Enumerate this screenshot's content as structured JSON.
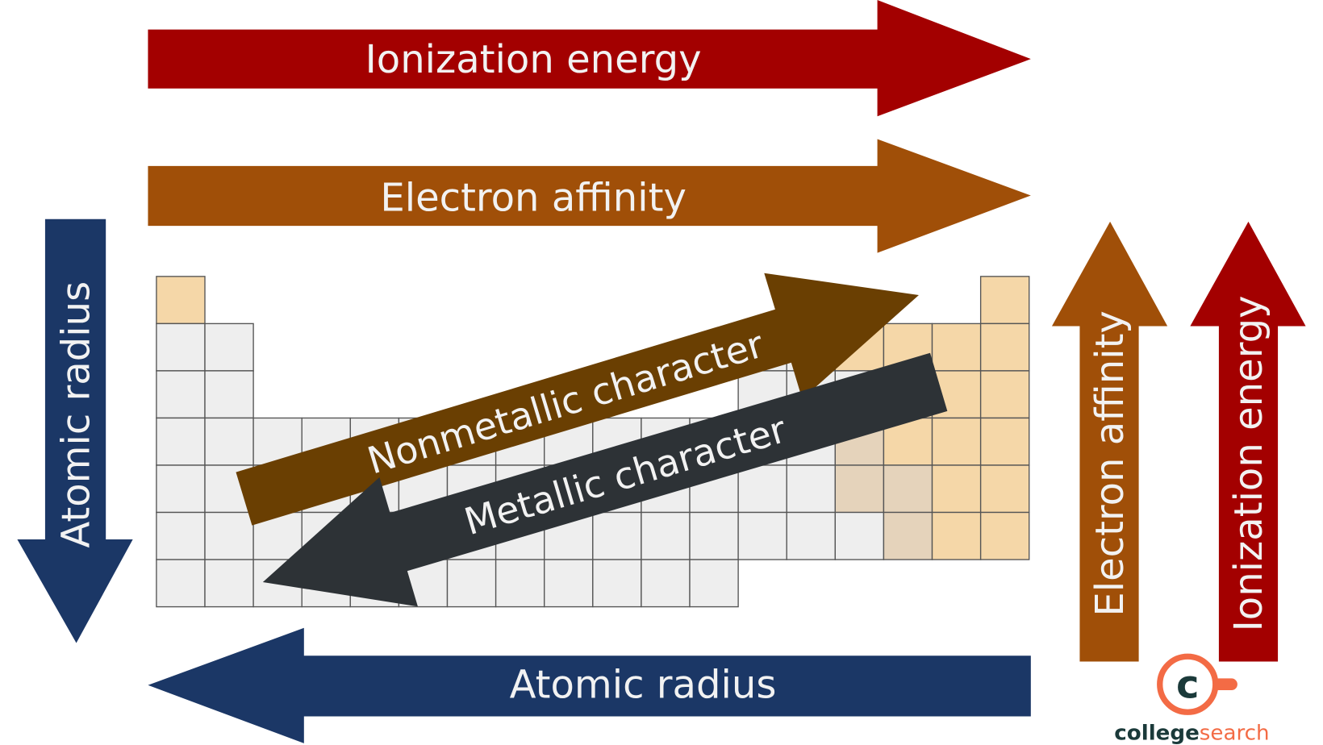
{
  "arrows": {
    "ionization_top": {
      "label": "Ionization energy",
      "direction": "right",
      "color": "#a30000"
    },
    "affinity_top": {
      "label": "Electron affinity",
      "direction": "right",
      "color": "#a04f08"
    },
    "radius_left": {
      "label": "Atomic radius",
      "direction": "down",
      "color": "#1b3766"
    },
    "affinity_right": {
      "label": "Electron affinity",
      "direction": "up",
      "color": "#a04f08"
    },
    "ionization_right": {
      "label": "Ionization energy",
      "direction": "up",
      "color": "#a30000"
    },
    "radius_bottom": {
      "label": "Atomic radius",
      "direction": "left",
      "color": "#1b3766"
    },
    "nonmetallic": {
      "label": "Nonmetallic character",
      "direction": "up-right",
      "color": "#6a3f02"
    },
    "metallic": {
      "label": "Metallic character",
      "direction": "down-left",
      "color": "#2d3236"
    }
  },
  "periodic_table": {
    "metal_color": "#eeeeee",
    "nonmetal_color": "#f5d7a8",
    "metalloid_color": "#e5d3bb"
  },
  "logo": {
    "letter": "c",
    "word_dark": "college",
    "word_accent": "search",
    "accent_color": "#f36b45",
    "dark_color": "#1b3a3a"
  }
}
